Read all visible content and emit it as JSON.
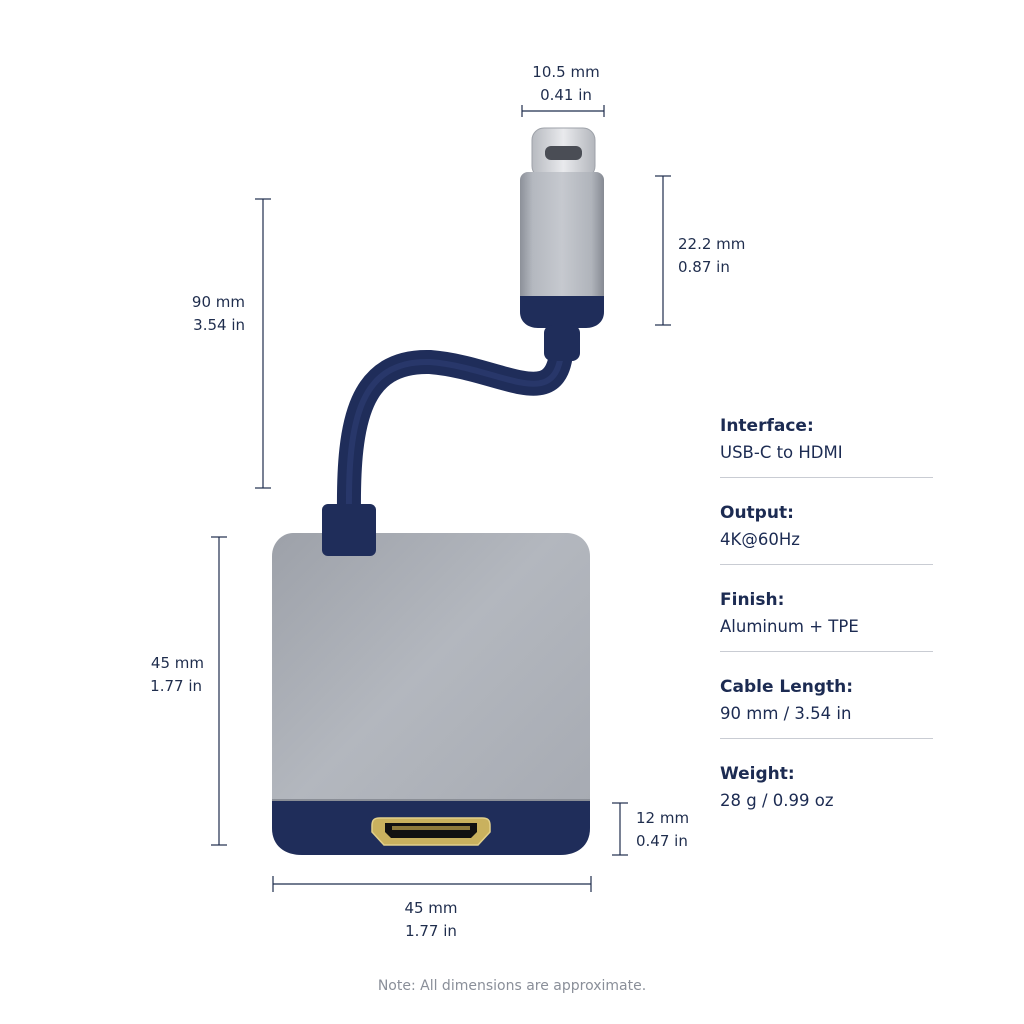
{
  "dimensions": {
    "connector_width": {
      "mm": "10.5 mm",
      "in": "0.41 in"
    },
    "connector_length": {
      "mm": "22.2 mm",
      "in": "0.87 in"
    },
    "cable_length": {
      "mm": "90 mm",
      "in": "3.54 in"
    },
    "body_height": {
      "mm": "45 mm",
      "in": "1.77 in"
    },
    "port_height": {
      "mm": "12 mm",
      "in": "0.47 in"
    },
    "body_width": {
      "mm": "45 mm",
      "in": "1.77 in"
    }
  },
  "specs": [
    {
      "label": "Interface:",
      "value": "USB-C to HDMI"
    },
    {
      "label": "Output:",
      "value": "4K@60Hz"
    },
    {
      "label": "Finish:",
      "value": "Aluminum + TPE"
    },
    {
      "label": "Cable Length:",
      "value": "90 mm / 3.54 in"
    },
    {
      "label": "Weight:",
      "value": "28 g / 0.99 oz"
    }
  ],
  "note": "Note: All dimensions are approximate.",
  "colors": {
    "navy": "#1f2d5a",
    "aluminum": "#a7abb3",
    "text": "#1f2d4d",
    "divider": "#c9ccd3"
  },
  "icons": [
    "usb-c-connector-icon",
    "hdmi-port-icon"
  ]
}
